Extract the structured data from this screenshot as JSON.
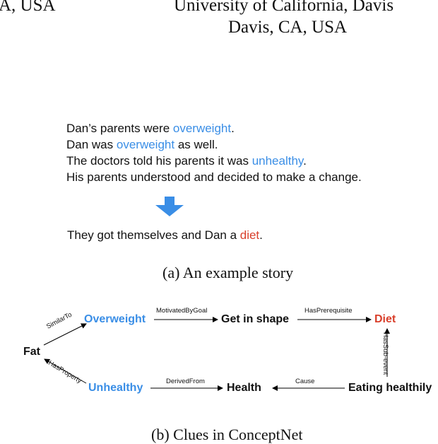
{
  "header": {
    "left_affil": "A, USA",
    "right_affil_1": "University of California, Davis",
    "right_affil_2": "Davis, CA, USA"
  },
  "story": {
    "line1_pre": "Dan’s parents were ",
    "line1_kw": "overweight",
    "line1_post": ".",
    "line2_pre": "Dan was ",
    "line2_kw": "overweight",
    "line2_post": " as well.",
    "line3_pre": "The doctors told his parents it was ",
    "line3_kw": "unhealthy",
    "line3_post": ".",
    "line4": "His parents understood and decided to make a change.",
    "ending_pre": "They got themselves and Dan a ",
    "ending_kw": "diet",
    "ending_post": "."
  },
  "captions": {
    "a": "(a) An example story",
    "b": "(b) Clues in ConceptNet"
  },
  "graph": {
    "nodes": {
      "fat": "Fat",
      "overweight": "Overweight",
      "unhealthy": "Unhealthy",
      "get_in_shape": "Get in shape",
      "diet": "Diet",
      "health": "Health",
      "eating_healthily": "Eating healthily"
    },
    "edges": {
      "similar_to": "SimilarTo",
      "has_property": "HasProperty",
      "motivated_by_goal": "MotivatedByGoal",
      "has_prerequisite": "HasPrerequisite",
      "has_sub_event": "HasSub-event",
      "derived_from": "DerivedFrom",
      "cause": "Cause"
    }
  },
  "colors": {
    "keyword_blue": "#3a8ee6",
    "keyword_red": "#d93f2b",
    "arrow_blue": "#3a8ee6"
  }
}
